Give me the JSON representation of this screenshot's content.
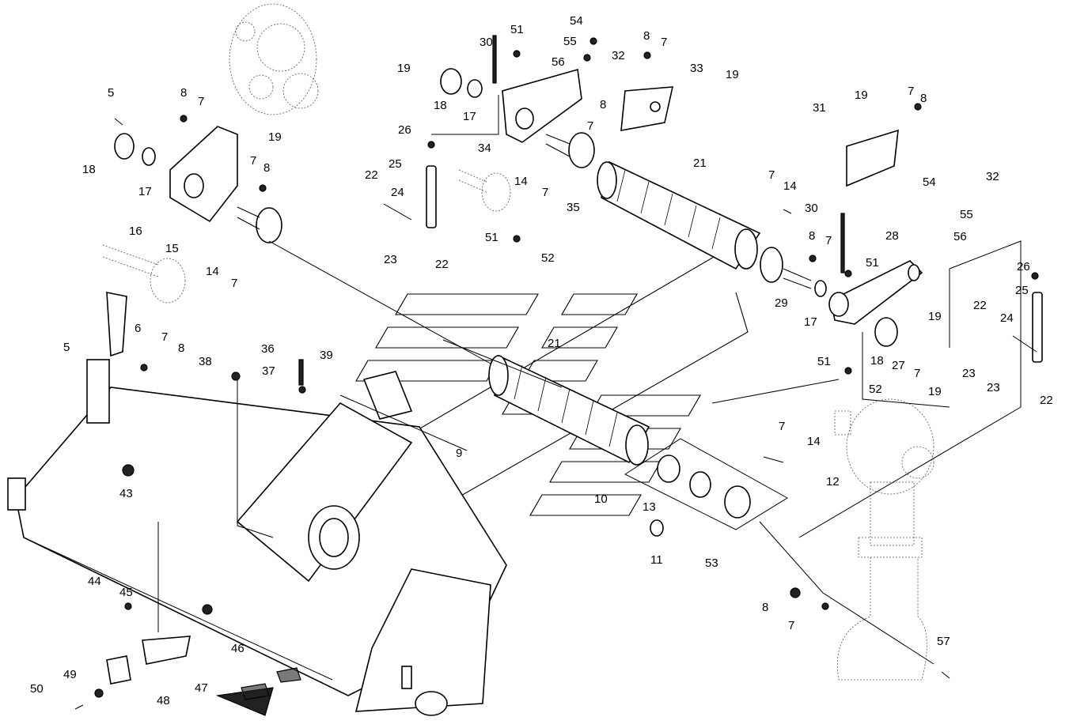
{
  "diagram": {
    "callouts": [
      {
        "id": "c54a",
        "text": "54"
      },
      {
        "id": "c30a",
        "text": "30"
      },
      {
        "id": "c51a",
        "text": "51"
      },
      {
        "id": "c55a",
        "text": "55"
      },
      {
        "id": "c8a",
        "text": "8"
      },
      {
        "id": "c7a",
        "text": "7"
      },
      {
        "id": "c19a",
        "text": "19"
      },
      {
        "id": "c56a",
        "text": "56"
      },
      {
        "id": "c32a",
        "text": "32"
      },
      {
        "id": "c33",
        "text": "33"
      },
      {
        "id": "c19b",
        "text": "19"
      },
      {
        "id": "c18a",
        "text": "18"
      },
      {
        "id": "c17a",
        "text": "17"
      },
      {
        "id": "c8b",
        "text": "8"
      },
      {
        "id": "c7b",
        "text": "7"
      },
      {
        "id": "c5a",
        "text": "5"
      },
      {
        "id": "c8c",
        "text": "8"
      },
      {
        "id": "c7c",
        "text": "7"
      },
      {
        "id": "c26a",
        "text": "26"
      },
      {
        "id": "c34",
        "text": "34"
      },
      {
        "id": "c19c",
        "text": "19"
      },
      {
        "id": "c31",
        "text": "31"
      },
      {
        "id": "c19d",
        "text": "19"
      },
      {
        "id": "c7d",
        "text": "7"
      },
      {
        "id": "c8d",
        "text": "8"
      },
      {
        "id": "c18b",
        "text": "18"
      },
      {
        "id": "c17b",
        "text": "17"
      },
      {
        "id": "c7e",
        "text": "7"
      },
      {
        "id": "c8e",
        "text": "8"
      },
      {
        "id": "c25a",
        "text": "25"
      },
      {
        "id": "c14a",
        "text": "14"
      },
      {
        "id": "c7f",
        "text": "7"
      },
      {
        "id": "c21a",
        "text": "21"
      },
      {
        "id": "c22a",
        "text": "22"
      },
      {
        "id": "c24a",
        "text": "24"
      },
      {
        "id": "c35",
        "text": "35"
      },
      {
        "id": "c7g",
        "text": "7"
      },
      {
        "id": "c14b",
        "text": "14"
      },
      {
        "id": "c54b",
        "text": "54"
      },
      {
        "id": "c32b",
        "text": "32"
      },
      {
        "id": "c16",
        "text": "16"
      },
      {
        "id": "c30b",
        "text": "30"
      },
      {
        "id": "c55b",
        "text": "55"
      },
      {
        "id": "c15",
        "text": "15"
      },
      {
        "id": "c51b",
        "text": "51"
      },
      {
        "id": "c8f",
        "text": "8"
      },
      {
        "id": "c7h",
        "text": "7"
      },
      {
        "id": "c28",
        "text": "28"
      },
      {
        "id": "c56b",
        "text": "56"
      },
      {
        "id": "c23a",
        "text": "23"
      },
      {
        "id": "c52a",
        "text": "52"
      },
      {
        "id": "c14c",
        "text": "14"
      },
      {
        "id": "c7i",
        "text": "7"
      },
      {
        "id": "c22b",
        "text": "22"
      },
      {
        "id": "c51c",
        "text": "51"
      },
      {
        "id": "c26b",
        "text": "26"
      },
      {
        "id": "c29",
        "text": "29"
      },
      {
        "id": "c25b",
        "text": "25"
      },
      {
        "id": "c17c",
        "text": "17"
      },
      {
        "id": "c6",
        "text": "6"
      },
      {
        "id": "c19e",
        "text": "19"
      },
      {
        "id": "c22c",
        "text": "22"
      },
      {
        "id": "c24b",
        "text": "24"
      },
      {
        "id": "c7j",
        "text": "7"
      },
      {
        "id": "c5b",
        "text": "5"
      },
      {
        "id": "c8g",
        "text": "8"
      },
      {
        "id": "c21b",
        "text": "21"
      },
      {
        "id": "c36",
        "text": "36"
      },
      {
        "id": "c39",
        "text": "39"
      },
      {
        "id": "c38",
        "text": "38"
      },
      {
        "id": "c18c",
        "text": "18"
      },
      {
        "id": "c27",
        "text": "27"
      },
      {
        "id": "c7k",
        "text": "7"
      },
      {
        "id": "c37",
        "text": "37"
      },
      {
        "id": "c51d",
        "text": "51"
      },
      {
        "id": "c23b",
        "text": "23"
      },
      {
        "id": "c23c",
        "text": "23"
      },
      {
        "id": "c52b",
        "text": "52"
      },
      {
        "id": "c19f",
        "text": "19"
      },
      {
        "id": "c22d",
        "text": "22"
      },
      {
        "id": "c7l",
        "text": "7"
      },
      {
        "id": "c9",
        "text": "9"
      },
      {
        "id": "c14d",
        "text": "14"
      },
      {
        "id": "c43",
        "text": "43"
      },
      {
        "id": "c10",
        "text": "10"
      },
      {
        "id": "c12",
        "text": "12"
      },
      {
        "id": "c13",
        "text": "13"
      },
      {
        "id": "c11",
        "text": "11"
      },
      {
        "id": "c53",
        "text": "53"
      },
      {
        "id": "c44",
        "text": "44"
      },
      {
        "id": "c45",
        "text": "45"
      },
      {
        "id": "c8h",
        "text": "8"
      },
      {
        "id": "c7m",
        "text": "7"
      },
      {
        "id": "c46",
        "text": "46"
      },
      {
        "id": "c57",
        "text": "57"
      },
      {
        "id": "c49",
        "text": "49"
      },
      {
        "id": "c47",
        "text": "47"
      },
      {
        "id": "c50",
        "text": "50"
      },
      {
        "id": "c48",
        "text": "48"
      }
    ]
  }
}
